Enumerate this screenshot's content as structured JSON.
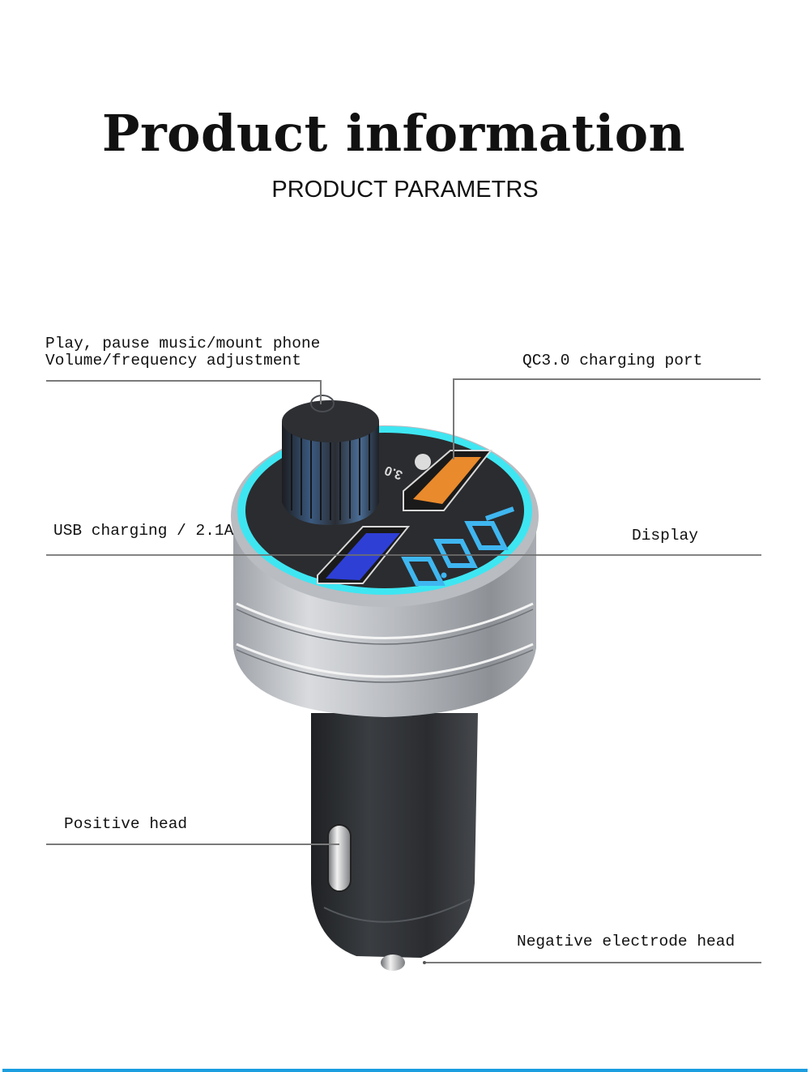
{
  "header": {
    "title": "Product information",
    "subtitle": "PRODUCT PARAMETRS"
  },
  "callouts": {
    "knob": {
      "line1": "Play, pause music/mount phone",
      "line2": "Volume/frequency adjustment"
    },
    "qc_port": "QC3.0 charging port",
    "usb_port": "USB charging / 2.1A",
    "display": "Display",
    "positive": "Positive head",
    "negative": "Negative electrode head"
  },
  "product": {
    "display_digits": "88.8",
    "qc_badge": "3.0",
    "colors": {
      "ring_glow": "#3ee6f2",
      "qc_port": "#e98a2c",
      "usb_port": "#2e3fd6",
      "display": "#3fb6f0",
      "bottom_bar": "#1a9ee0"
    }
  }
}
